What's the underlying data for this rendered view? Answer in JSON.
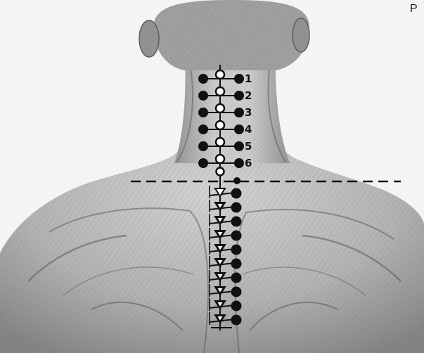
{
  "corner_text": "P",
  "marker_labels": [
    "1",
    "2",
    "3",
    "4",
    "5",
    "6"
  ],
  "colors": {
    "ink": "#111111",
    "skin_light": "#d9d9d9",
    "skin_mid": "#a8a8a8",
    "skin_dark": "#6e6e6e",
    "background": "#ffffff"
  }
}
